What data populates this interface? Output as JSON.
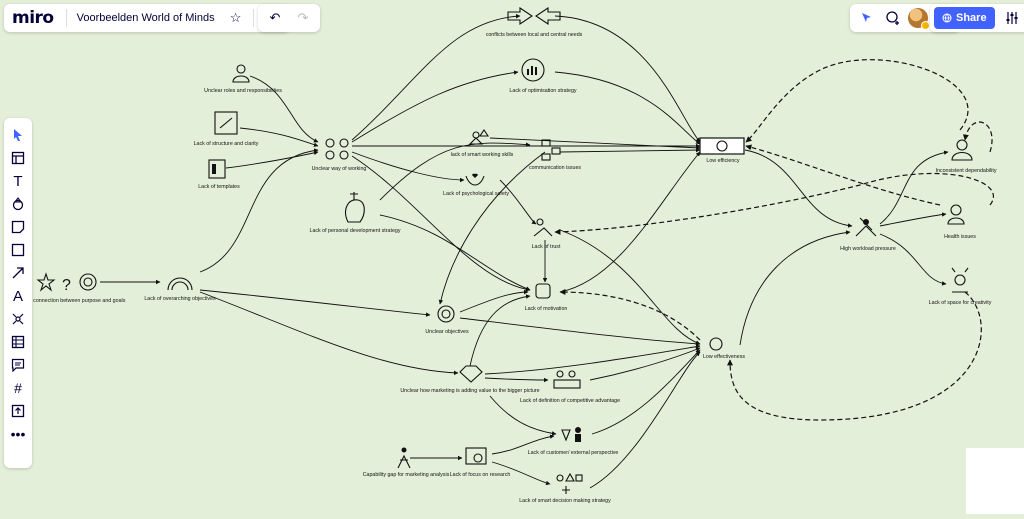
{
  "app": {
    "logo": "miro",
    "board_title": "Voorbeelden World of Minds"
  },
  "header": {
    "star_icon": "star-icon",
    "upload_icon": "upload-icon",
    "undo_icon": "undo-icon",
    "redo_icon": "redo-icon",
    "share_label": "Share"
  },
  "toolbar": {
    "tools": [
      "select",
      "frames",
      "text",
      "shapes",
      "sticky-note",
      "rectangle",
      "arrow",
      "pen",
      "mind-map",
      "table",
      "comment",
      "frame",
      "upload",
      "more"
    ]
  },
  "nodes": {
    "conflicts": "conflicts between local and central needs",
    "optimisation": "Lack of optimisation strategy",
    "roles": "Unclear roles and responsibilities",
    "structure": "Lack of structure and clarity",
    "templates": "Lack of templates",
    "way_of_working": "Unclear way of working",
    "smart_working": "lack of smart working skills",
    "communication": "communication issues",
    "psych_safety": "Lack of psychological safety",
    "personal_dev": "Lack of personal development strategy",
    "trust": "Lack of trust",
    "low_efficiency": "Low efficiency",
    "inconsistent": "Inconsistent dependability",
    "health": "Health issues",
    "workload": "High workload pressure",
    "space_creativity": "Lack of space for creativity",
    "connection": "Lack of connection between purpose and goals",
    "overarching": "Lack of overarching objectives",
    "unclear_objectives": "Unclear objectives",
    "motivation": "Lack of motivation",
    "low_effectiveness": "Low effectiveness",
    "marketing": "Unclear how marketing is adding value to the bigger picture",
    "competitive": "Lack of definition of competitive advantage",
    "customer": "Lack of customer/ external perspective",
    "capability": "Capability gap for marketing analysis",
    "research": "Lack of focus on research",
    "decision": "Lack of smart decision making strategy"
  }
}
